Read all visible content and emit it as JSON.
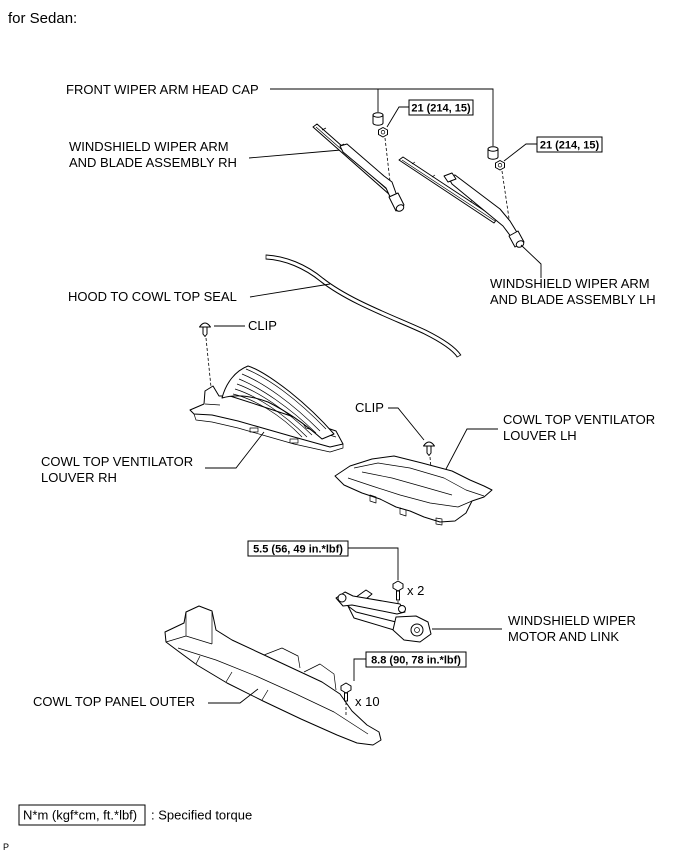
{
  "colors": {
    "ink": "#000000",
    "paper": "#ffffff"
  },
  "header": {
    "subtitle": "for Sedan:"
  },
  "callouts": {
    "head_cap": "FRONT WIPER ARM HEAD CAP",
    "wiper_arm_rh": {
      "line1": "WINDSHIELD WIPER ARM",
      "line2": "AND BLADE ASSEMBLY RH"
    },
    "wiper_arm_lh": {
      "line1": "WINDSHIELD WIPER ARM",
      "line2": "AND BLADE ASSEMBLY LH"
    },
    "hood_seal": "HOOD TO COWL TOP SEAL",
    "clip_upper": "CLIP",
    "clip_lower": "CLIP",
    "louver_rh": {
      "line1": "COWL TOP VENTILATOR",
      "line2": "LOUVER RH"
    },
    "louver_lh": {
      "line1": "COWL TOP VENTILATOR",
      "line2": "LOUVER LH"
    },
    "wiper_motor": {
      "line1": "WINDSHIELD WIPER",
      "line2": "MOTOR AND LINK"
    },
    "cowl_panel": "COWL TOP PANEL OUTER"
  },
  "torques": {
    "arm_nut_left": "21 (214, 15)",
    "arm_nut_right": "21 (214, 15)",
    "wiper_motor_bolt": "5.5 (56, 49 in.*lbf)",
    "cowl_panel_bolt": "8.8 (90, 78 in.*lbf)"
  },
  "quantities": {
    "wiper_motor_bolt": "x 2",
    "cowl_panel_bolt": "x 10"
  },
  "legend": {
    "unit_box": "N*m (kgf*cm, ft.*lbf)",
    "description": ": Specified torque"
  },
  "footer": {
    "mark": "P"
  }
}
